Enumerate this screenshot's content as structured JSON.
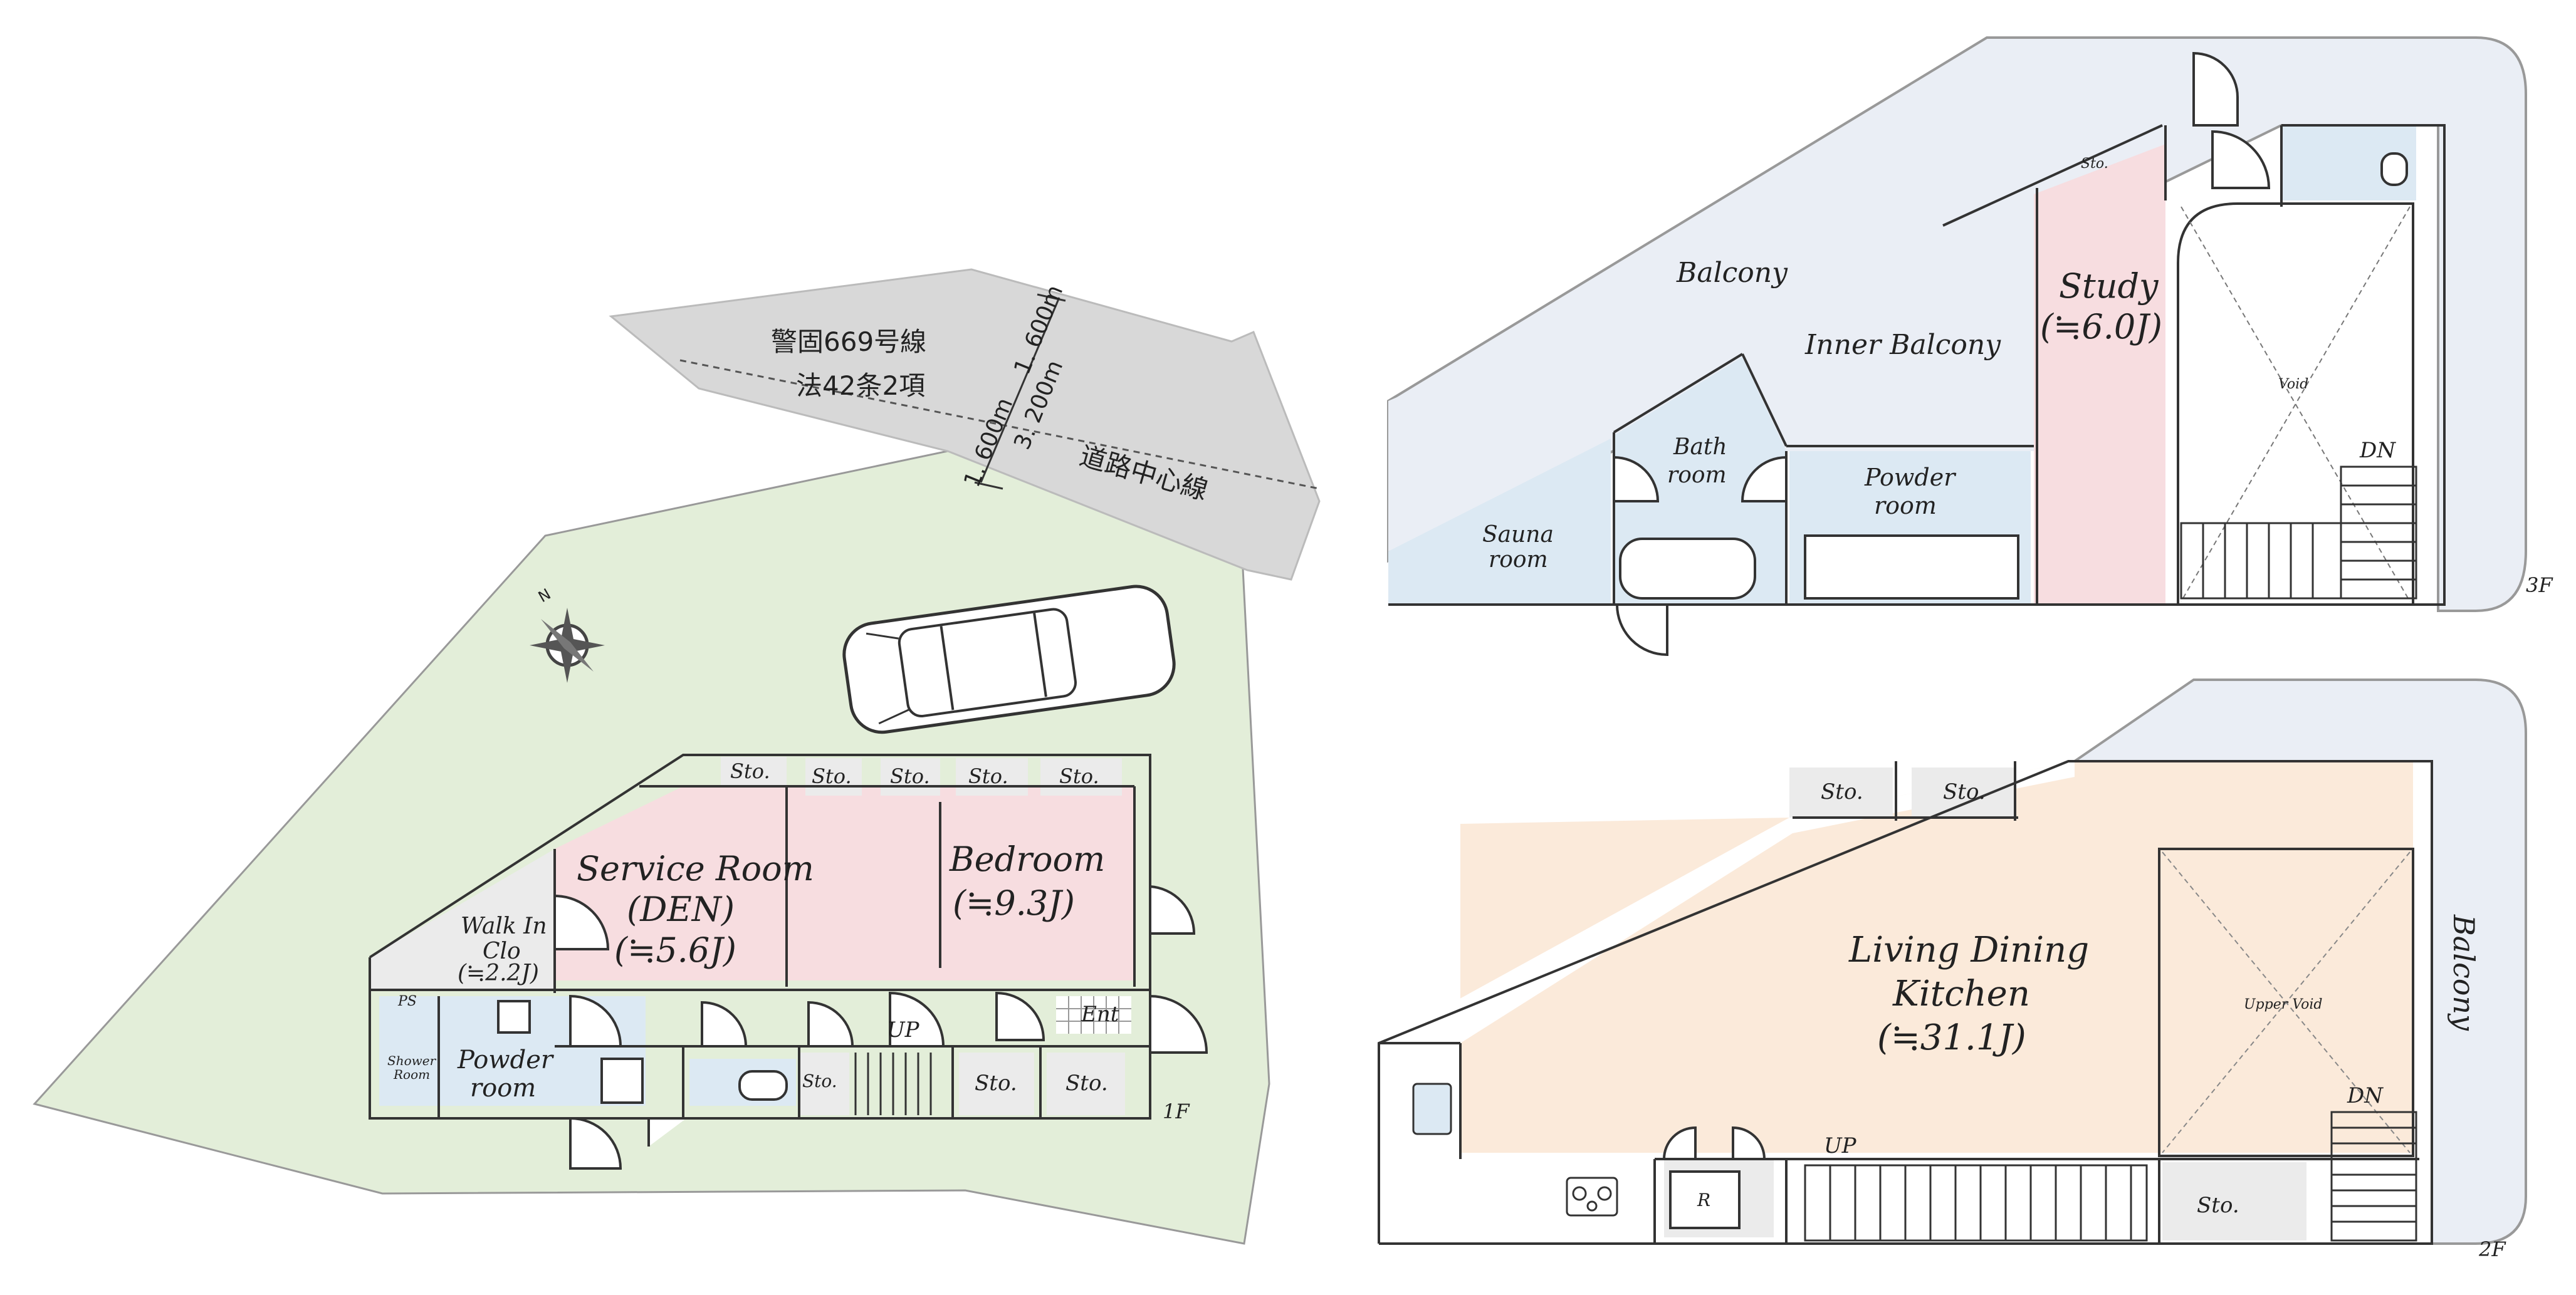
{
  "road": {
    "route": "警固669号線",
    "article": "法42条2項",
    "centerline": "道路中心線",
    "dim_total": "3. 200m",
    "dim_a": "1. 600m",
    "dim_b": "1. 600m"
  },
  "compass": {
    "north": "N"
  },
  "floor1": {
    "floor_label": "1F",
    "rooms": {
      "service_room": "Service Room",
      "service_room_sub": "(DEN)",
      "service_room_size": "(≒5.6J)",
      "bedroom": "Bedroom",
      "bedroom_size": "(≒9.3J)",
      "walk_in": "Walk In",
      "walk_in_2": "Clo",
      "walk_in_size": "(≒2.2J)",
      "powder": "Powder",
      "powder_2": "room",
      "shower": "Shower",
      "shower_2": "Room",
      "ps": "PS",
      "entrance": "Ent",
      "up": "UP"
    },
    "storage": [
      "Sto.",
      "Sto.",
      "Sto.",
      "Sto.",
      "Sto.",
      "Sto.",
      "Sto.",
      "Sto."
    ]
  },
  "floor2": {
    "floor_label": "2F",
    "ldk": "Living Dining",
    "ldk_2": "Kitchen",
    "ldk_size": "(≒31.1J)",
    "upper_void": "Upper Void",
    "balcony": "Balcony",
    "up": "UP",
    "dn": "DN",
    "fridge": "R",
    "storage": [
      "Sto.",
      "Sto.",
      "Sto."
    ]
  },
  "floor3": {
    "floor_label": "3F",
    "balcony": "Balcony",
    "inner_balcony": "Inner  Balcony",
    "study": "Study",
    "study_size": "(≒6.0J)",
    "bath": "Bath",
    "bath_2": "room",
    "sauna": "Sauna",
    "sauna_2": "room",
    "powder": "Powder",
    "powder_2": "room",
    "void": "Void",
    "dn": "DN",
    "storage": "Sto."
  }
}
